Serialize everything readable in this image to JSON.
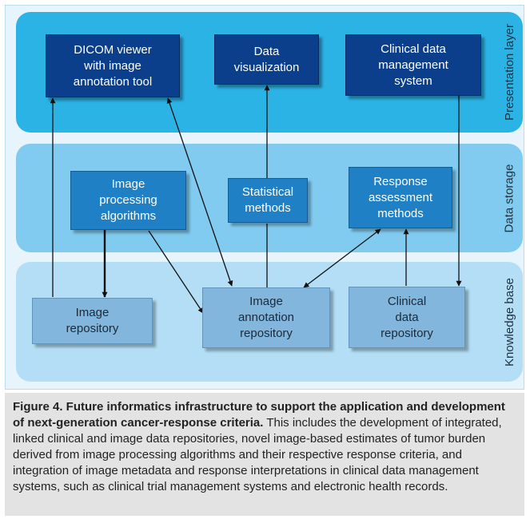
{
  "layers": {
    "presentation": "Presentation layer",
    "storage": "Data storage",
    "knowledge": "Knowledge base"
  },
  "nodes": {
    "dicom_viewer": "DICOM viewer\nwith image\nannotation tool",
    "data_visualization": "Data\nvisualization",
    "clinical_data_management": "Clinical data\nmanagement\nsystem",
    "image_processing": "Image\nprocessing\nalgorithms",
    "statistical_methods": "Statistical\nmethods",
    "response_assessment": "Response\nassessment\nmethods",
    "image_repository": "Image\nrepository",
    "image_annotation_repository": "Image\nannotation\nrepository",
    "clinical_data_repository": "Clinical\ndata\nrepository"
  },
  "caption": {
    "title": "Figure 4. Future informatics infrastructure to support the application and development of next-generation cancer-response criteria.",
    "body": " This includes the development of integrated, linked clinical and image data repositories, novel image-based estimates of tumor burden derived from image processing algorithms and their respective response criteria, and integration of image metadata and response interpretations in clinical data management systems, such as clinical trial management systems and electronic health records."
  },
  "colors": {
    "presentation_band": "#2cb3e6",
    "storage_band": "#80cbef",
    "knowledge_band": "#b3def5",
    "node_dark": "#0c3f8b",
    "node_mid": "#2080c5",
    "node_light": "#82b6dc"
  }
}
